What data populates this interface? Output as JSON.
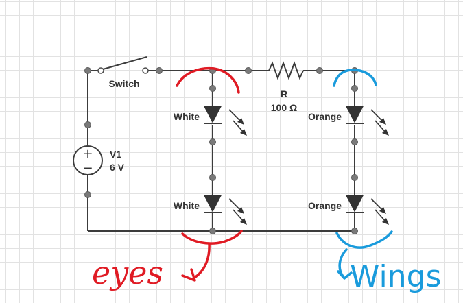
{
  "switch": {
    "label": "Switch"
  },
  "source": {
    "name": "V1",
    "value": "6 V",
    "plus": "+",
    "minus": "−"
  },
  "resistor": {
    "name": "R",
    "value": "100 Ω"
  },
  "leds": [
    {
      "label": "White"
    },
    {
      "label": "White"
    },
    {
      "label": "Orange"
    },
    {
      "label": "Orange"
    }
  ],
  "annotations": {
    "left": {
      "text": "eyes",
      "color": "#e01b24"
    },
    "right": {
      "text": "Wings",
      "color": "#1a9bdc"
    }
  }
}
